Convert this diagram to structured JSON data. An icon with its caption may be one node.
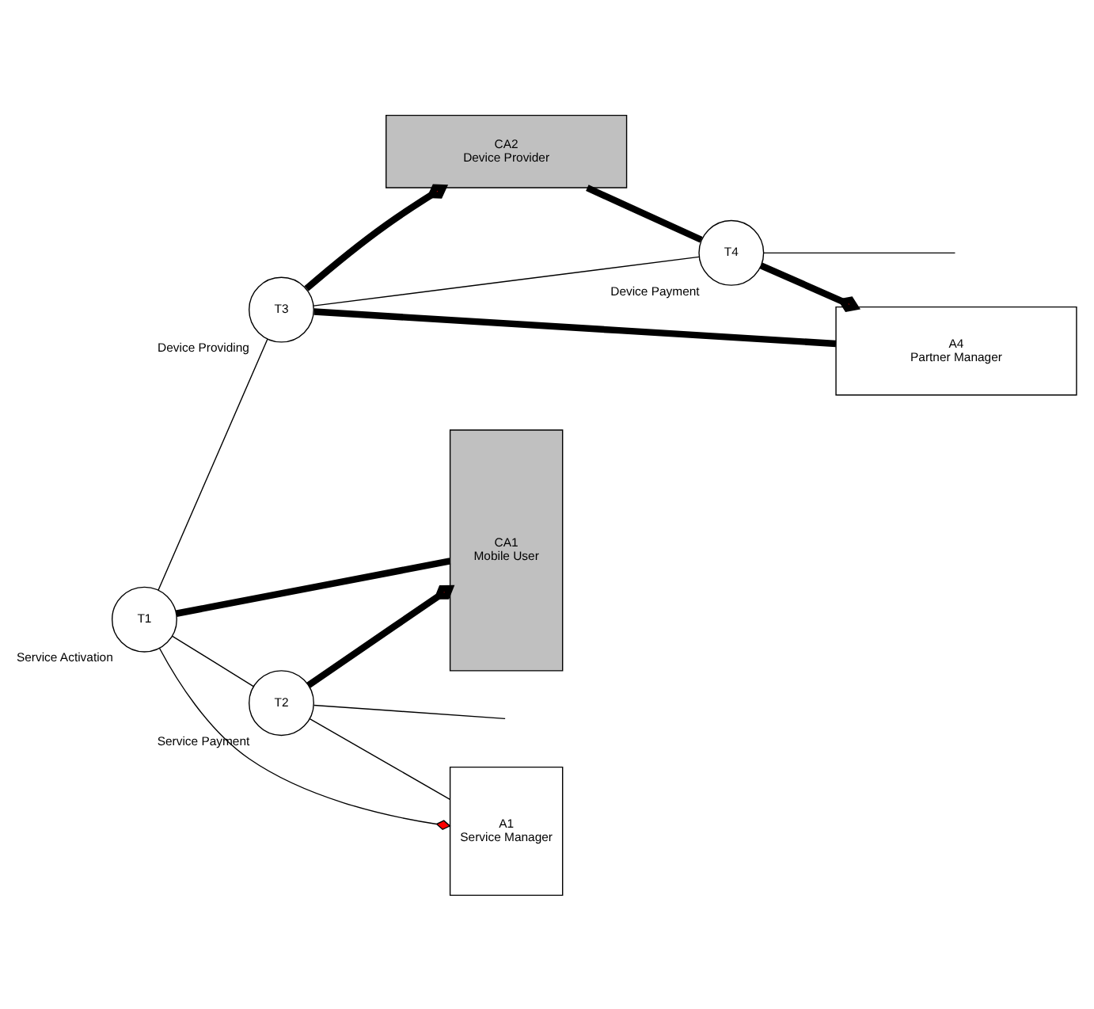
{
  "diagram": {
    "nodes": [
      {
        "text": [
          "CA2",
          "Device Provider"
        ]
      },
      {
        "text": [
          "T3"
        ],
        "beside": [
          "Device Providing"
        ]
      },
      {
        "text": [
          "T4"
        ],
        "beside": [
          "Device Payment"
        ]
      },
      {
        "text": [
          "A4",
          "Partner Manager"
        ]
      },
      {
        "text": [
          "CA1",
          "Mobile User"
        ]
      },
      {
        "text": [
          "T1"
        ],
        "beside": [
          "Service Activation"
        ]
      },
      {
        "text": [
          "A1",
          "Service Manager"
        ]
      },
      {
        "text": [
          "T2"
        ],
        "beside": [
          "Service Payment"
        ]
      }
    ],
    "edges": [
      {
        "from": 1,
        "to": 0,
        "arrow": "other",
        "style": "thick"
      },
      {
        "from": 0,
        "to": 2,
        "arrow": "none",
        "style": "thick"
      },
      {
        "from": 1,
        "to": 3,
        "arrow": "none",
        "style": "thick"
      },
      {
        "from": 2,
        "to": 3,
        "arrow": "other",
        "style": "thick"
      },
      {
        "from": 5,
        "to": 1,
        "arrow": "none"
      },
      {
        "from": 1,
        "to": 2,
        "arrow": "none"
      },
      {
        "from": 2,
        "to": null,
        "arrow": "none"
      },
      {
        "from": 4,
        "to": 5,
        "arrow": "none",
        "style": "thick"
      },
      {
        "from": 5,
        "to": 6,
        "arrow": "other"
      },
      {
        "from": 5,
        "to": 7,
        "arrow": "none"
      },
      {
        "from": 7,
        "to": 4,
        "arrow": "other",
        "style": "thick"
      },
      {
        "from": 7,
        "to": 6,
        "arrow": "none"
      },
      {
        "from": 7,
        "to": null,
        "arrow": "none"
      }
    ]
  }
}
